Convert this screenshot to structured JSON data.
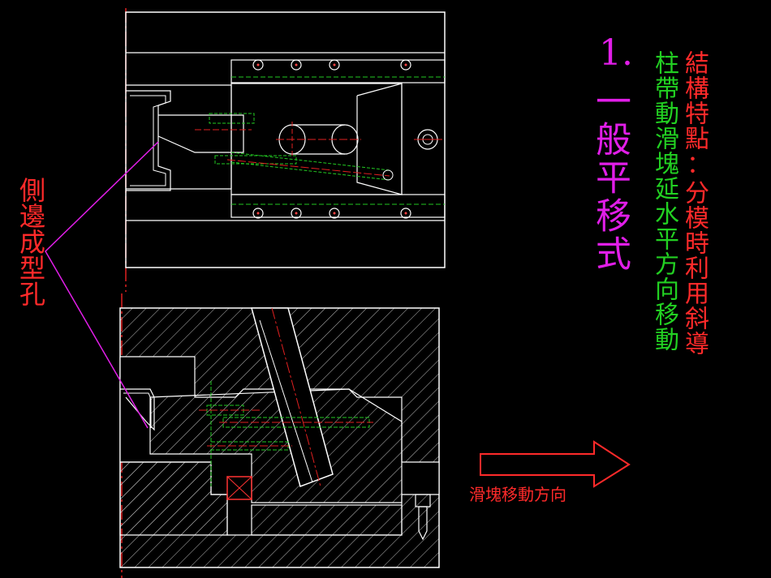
{
  "title": {
    "number": "1.",
    "main": "一般平移式"
  },
  "structure_label": "結構特點",
  "structure_colon": "：",
  "description": {
    "line1": "分模時利用斜導",
    "line2": "柱帶動滑塊延水平方向移動"
  },
  "side_hole_label": "側邊成型孔",
  "slide_direction_label": "滑塊移動方向",
  "colors": {
    "title": "#e11ee8",
    "label_red": "#ff2a2a",
    "text_green": "#22d022",
    "drawing_white": "#ffffff",
    "centerline_red": "#e02020",
    "hidden_green": "#22c822"
  }
}
